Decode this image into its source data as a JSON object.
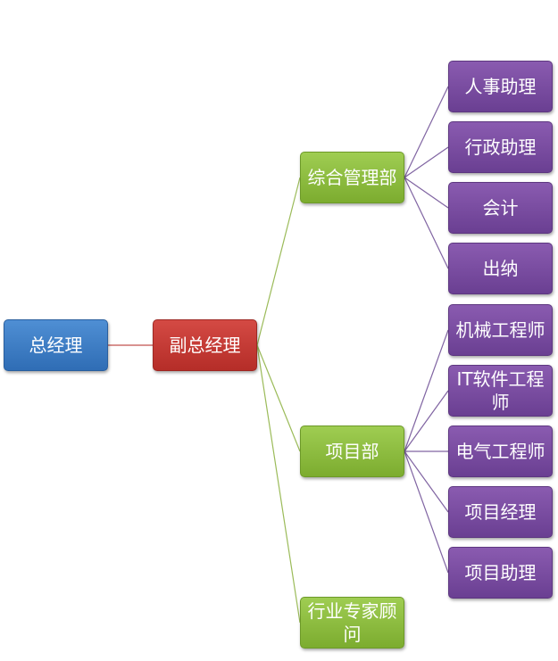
{
  "nodes": {
    "ceo": "总经理",
    "vp": "副总经理",
    "admin_dept": "综合管理部",
    "project_dept": "项目部",
    "advisor": "行业专家顾问",
    "hr_assistant": "人事助理",
    "admin_assistant": "行政助理",
    "accountant": "会计",
    "cashier": "出纳",
    "mech_engineer": "机械工程师",
    "it_engineer": "IT软件工程师",
    "elec_engineer": "电气工程师",
    "project_manager": "项目经理",
    "project_assistant": "项目助理"
  },
  "colors": {
    "level0": "#3a7cc4",
    "level1": "#c43a35",
    "level2": "#8dbd40",
    "level3": "#7a4ca0",
    "connector_red": "#c0504d",
    "connector_green": "#9bbb59",
    "connector_purple": "#8064a2"
  }
}
